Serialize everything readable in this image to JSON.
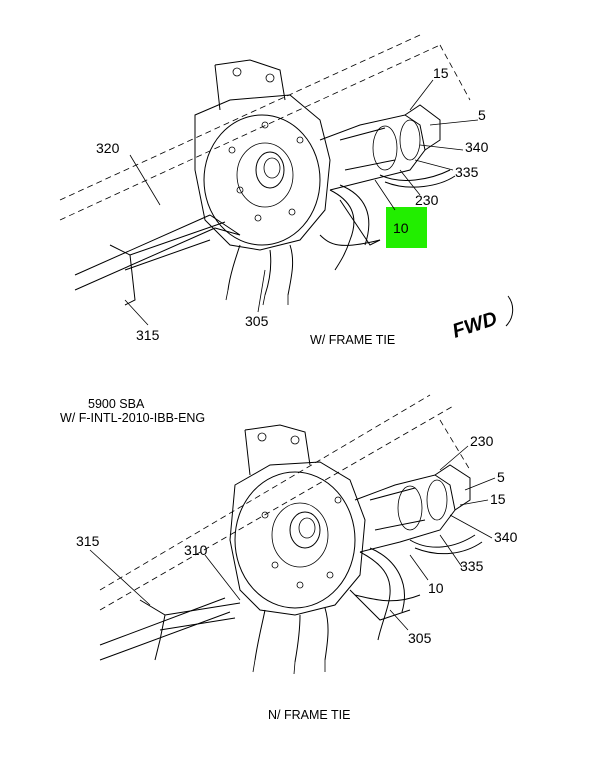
{
  "highlight_color": "#22ee00",
  "top": {
    "callouts": {
      "c15": "15",
      "c5": "5",
      "c340": "340",
      "c335": "335",
      "c230": "230",
      "c10": "10",
      "c320": "320",
      "c315": "315",
      "c305": "305"
    },
    "caption": "W/ FRAME TIE",
    "fwd": "FWD"
  },
  "bottom": {
    "model_line1": "5900 SBA",
    "model_line2": "W/ F-INTL-2010-IBB-ENG",
    "callouts": {
      "c230": "230",
      "c5": "5",
      "c15": "15",
      "c340": "340",
      "c335": "335",
      "c10": "10",
      "c315": "315",
      "c310": "310",
      "c305": "305"
    },
    "caption": "N/ FRAME TIE"
  }
}
